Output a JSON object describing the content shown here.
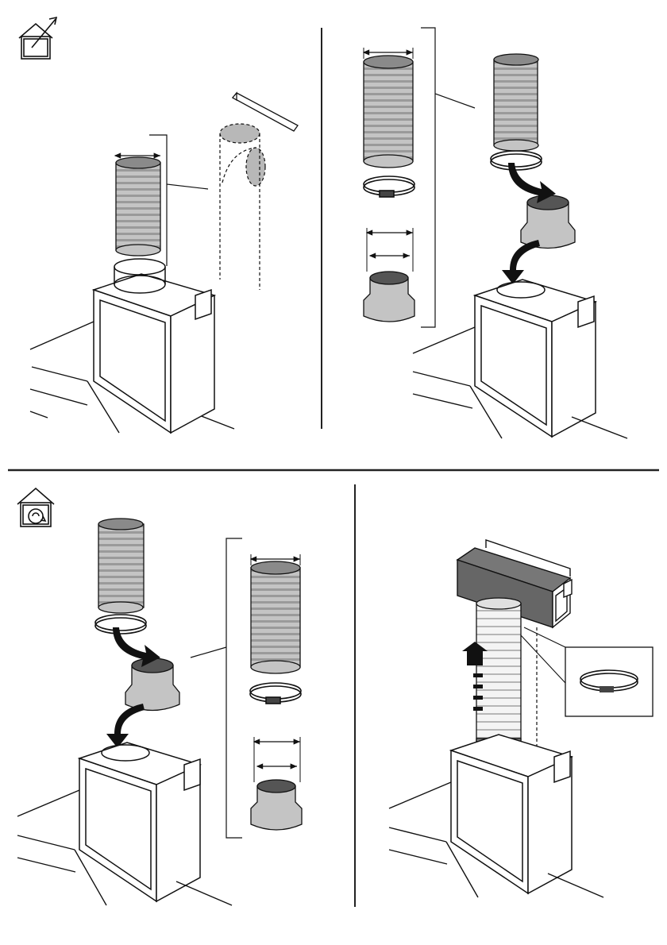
{
  "page": {
    "title": "",
    "background": "#ffffff",
    "colors": {
      "line": "#1a1a1a",
      "duct_fill": "#bdbdbd",
      "duct_dark": "#8c8c8c",
      "adapter_top": "#5a5a5a",
      "arrow": "#1a1a1a",
      "white_duct": "#f2f2f2"
    }
  },
  "panels": [
    {
      "id": "p1",
      "mode": "extraction",
      "icon": "house-exhaust-icon",
      "steps": [
        "flexible-duct",
        "clamp",
        "wall-outlet"
      ]
    },
    {
      "id": "p2",
      "mode": "extraction",
      "icon": "",
      "steps": [
        "flexible-duct",
        "clamp",
        "reducer-adapter"
      ]
    },
    {
      "id": "p3",
      "mode": "recirculation",
      "icon": "house-recirculation-icon",
      "steps": [
        "flexible-duct",
        "clamp",
        "reducer-adapter"
      ]
    },
    {
      "id": "p4",
      "mode": "recirculation",
      "icon": "",
      "steps": [
        "deflector",
        "duct",
        "clamp"
      ]
    }
  ]
}
